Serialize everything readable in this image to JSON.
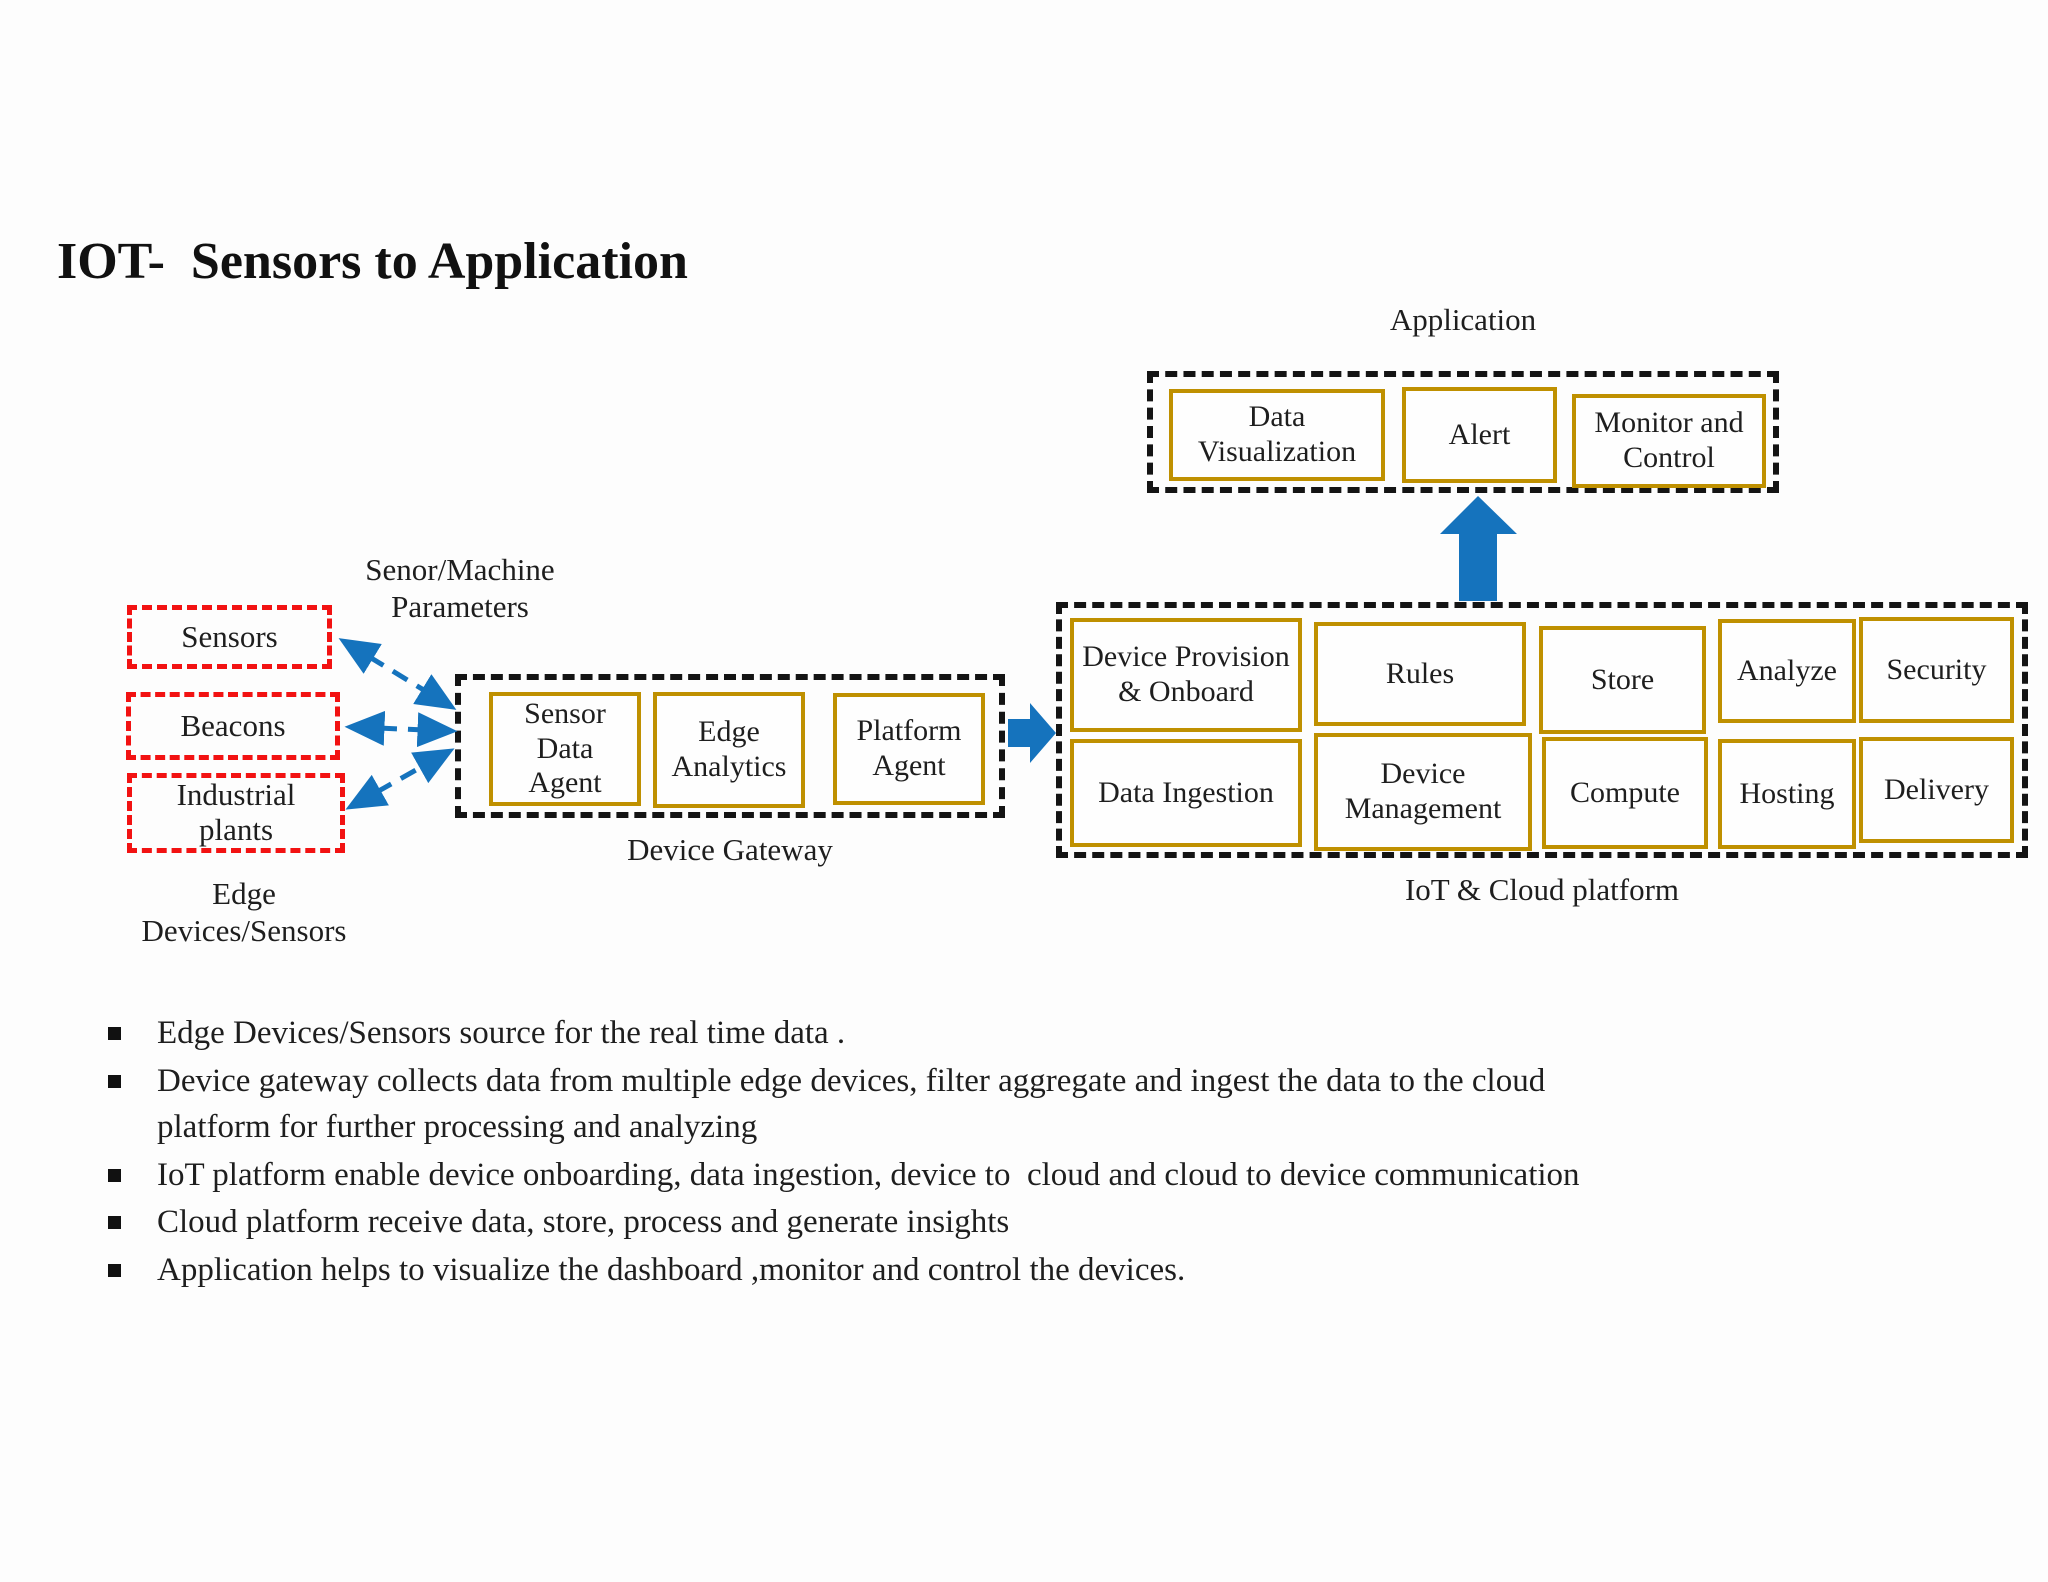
{
  "slide": {
    "title": "IOT-  Sensors to Application"
  },
  "colors": {
    "gold": "#bf9000",
    "red": "#f21212",
    "blue": "#1573bd",
    "dash": "#141414",
    "text": "#1e1e1e",
    "bg": "#fdfdfd"
  },
  "application": {
    "label": "Application",
    "boxes": [
      "Data Visualization",
      "Alert",
      "Monitor and Control"
    ]
  },
  "edge_devices": {
    "annotation": "Senor/Machine Parameters",
    "boxes": [
      "Sensors",
      "Beacons",
      "Industrial plants"
    ],
    "caption": "Edge Devices/Sensors"
  },
  "gateway": {
    "caption": "Device Gateway",
    "boxes": [
      "Sensor Data Agent",
      "Edge Analytics",
      "Platform Agent"
    ]
  },
  "platform": {
    "caption": "IoT & Cloud platform",
    "row1": [
      "Device Provision & Onboard",
      "Rules",
      "Store",
      "Analyze",
      "Security"
    ],
    "row2": [
      "Data Ingestion",
      "Device Management",
      "Compute",
      "Hosting",
      "Delivery"
    ]
  },
  "bullets": [
    "Edge Devices/Sensors source for the real time data .",
    "Device gateway collects data from multiple edge devices, filter aggregate and ingest the data to the cloud\nplatform for further processing and analyzing",
    "IoT platform enable device onboarding, data ingestion, device to  cloud and cloud to device communication",
    "Cloud platform receive data, store, process and generate insights",
    "Application helps to visualize the dashboard ,monitor and control the devices."
  ]
}
